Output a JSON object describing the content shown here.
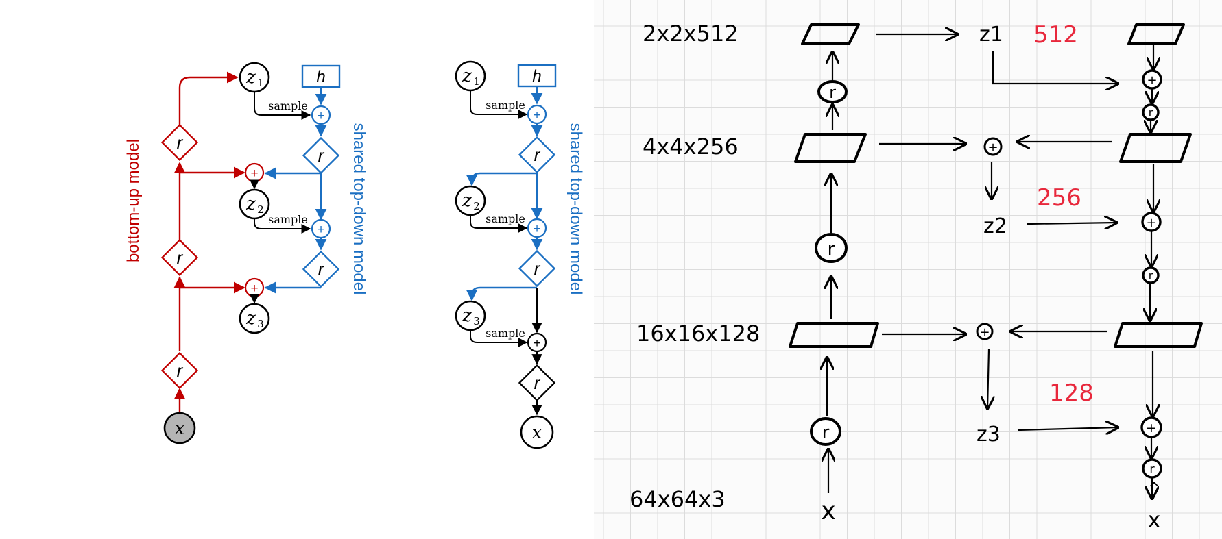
{
  "colors": {
    "bottom_up": "#c00000",
    "top_down": "#1b6fc2",
    "ink": "#000000",
    "accent_red": "#e8283c",
    "grid": "#dcdcdc"
  },
  "left_diagram": {
    "bottom_up_label": "bottom-up model",
    "top_down_label": "shared top-down model",
    "nodes": {
      "x": "x",
      "z1": "z",
      "z1_sub": "1",
      "z2": "z",
      "z2_sub": "2",
      "z3": "z",
      "z3_sub": "3",
      "h": "h",
      "r": "r",
      "plus": "+"
    },
    "sample_label": "sample"
  },
  "mid_diagram": {
    "top_down_label": "shared top-down model",
    "nodes": {
      "x": "x",
      "z1": "z",
      "z1_sub": "1",
      "z2": "z",
      "z2_sub": "2",
      "z3": "z",
      "z3_sub": "3",
      "h": "h",
      "r": "r",
      "plus": "+"
    },
    "sample_label": "sample"
  },
  "sketch": {
    "dims": [
      "2x2x512",
      "4x4x256",
      "16x16x128",
      "64x64x3"
    ],
    "latents": [
      "z1",
      "z2",
      "z3"
    ],
    "channels": [
      "512",
      "256",
      "128"
    ],
    "r": "r",
    "plus": "+",
    "input": "x",
    "output": "x",
    "output_hat": "^"
  }
}
